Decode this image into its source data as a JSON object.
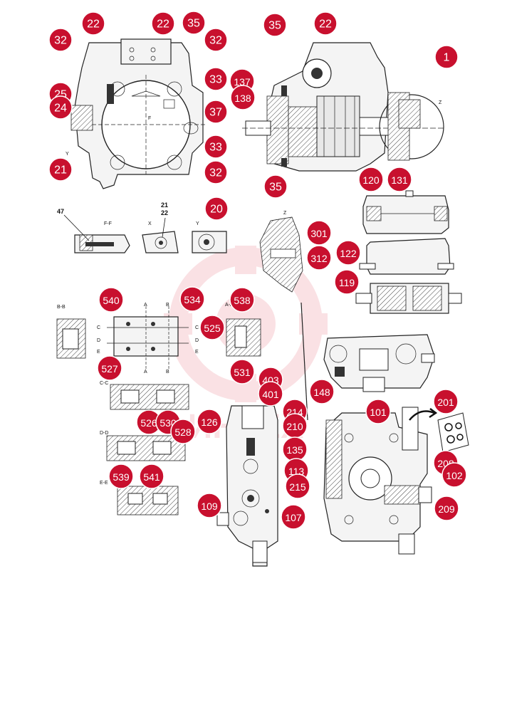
{
  "callouts": [
    {
      "id": "c-22a",
      "label": "22"
    },
    {
      "id": "c-22b",
      "label": "22"
    },
    {
      "id": "c-35a",
      "label": "35"
    },
    {
      "id": "c-32a",
      "label": "32"
    },
    {
      "id": "c-32b",
      "label": "32"
    },
    {
      "id": "c-35b",
      "label": "35"
    },
    {
      "id": "c-22c",
      "label": "22"
    },
    {
      "id": "c-1",
      "label": "1"
    },
    {
      "id": "c-33a",
      "label": "33"
    },
    {
      "id": "c-137",
      "label": "137"
    },
    {
      "id": "c-138",
      "label": "138"
    },
    {
      "id": "c-25",
      "label": "25"
    },
    {
      "id": "c-24",
      "label": "24"
    },
    {
      "id": "c-37",
      "label": "37"
    },
    {
      "id": "c-33b",
      "label": "33"
    },
    {
      "id": "c-21",
      "label": "21"
    },
    {
      "id": "c-32c",
      "label": "32"
    },
    {
      "id": "c-35c",
      "label": "35"
    },
    {
      "id": "c-120",
      "label": "120"
    },
    {
      "id": "c-131",
      "label": "131"
    },
    {
      "id": "c-20",
      "label": "20"
    },
    {
      "id": "c-301",
      "label": "301"
    },
    {
      "id": "c-312",
      "label": "312"
    },
    {
      "id": "c-122",
      "label": "122"
    },
    {
      "id": "c-119",
      "label": "119"
    },
    {
      "id": "c-540",
      "label": "540"
    },
    {
      "id": "c-534",
      "label": "534"
    },
    {
      "id": "c-538",
      "label": "538"
    },
    {
      "id": "c-525",
      "label": "525"
    },
    {
      "id": "c-527",
      "label": "527"
    },
    {
      "id": "c-531",
      "label": "531"
    },
    {
      "id": "c-403",
      "label": "403"
    },
    {
      "id": "c-401",
      "label": "401"
    },
    {
      "id": "c-148",
      "label": "148"
    },
    {
      "id": "c-101",
      "label": "101"
    },
    {
      "id": "c-201",
      "label": "201"
    },
    {
      "id": "c-126",
      "label": "126"
    },
    {
      "id": "c-526",
      "label": "526"
    },
    {
      "id": "c-530",
      "label": "530"
    },
    {
      "id": "c-528",
      "label": "528"
    },
    {
      "id": "c-214",
      "label": "214"
    },
    {
      "id": "c-210",
      "label": "210"
    },
    {
      "id": "c-135",
      "label": "135"
    },
    {
      "id": "c-208",
      "label": "208"
    },
    {
      "id": "c-102",
      "label": "102"
    },
    {
      "id": "c-539",
      "label": "539"
    },
    {
      "id": "c-541",
      "label": "541"
    },
    {
      "id": "c-113",
      "label": "113"
    },
    {
      "id": "c-215",
      "label": "215"
    },
    {
      "id": "c-209",
      "label": "209"
    },
    {
      "id": "c-109",
      "label": "109"
    },
    {
      "id": "c-107",
      "label": "107"
    }
  ],
  "section_labels": {
    "ff": "F-F",
    "x": "X",
    "y": "Y",
    "z": "Z",
    "bb": "B-B",
    "aa": "A-A",
    "cc": "C-C",
    "dd": "D-D",
    "ee": "E-E",
    "z_detail": "Z",
    "f_mark": "F",
    "y_mark": "Y",
    "a": "A",
    "b": "B",
    "c": "C",
    "d": "D",
    "e": "E"
  },
  "plain_numbers": {
    "n47": "47",
    "n21": "21",
    "n22": "22"
  },
  "watermark": {
    "text": "ИНТЕХ",
    "color": "#f6c9cf"
  },
  "colors": {
    "callout": "#c8102e"
  }
}
